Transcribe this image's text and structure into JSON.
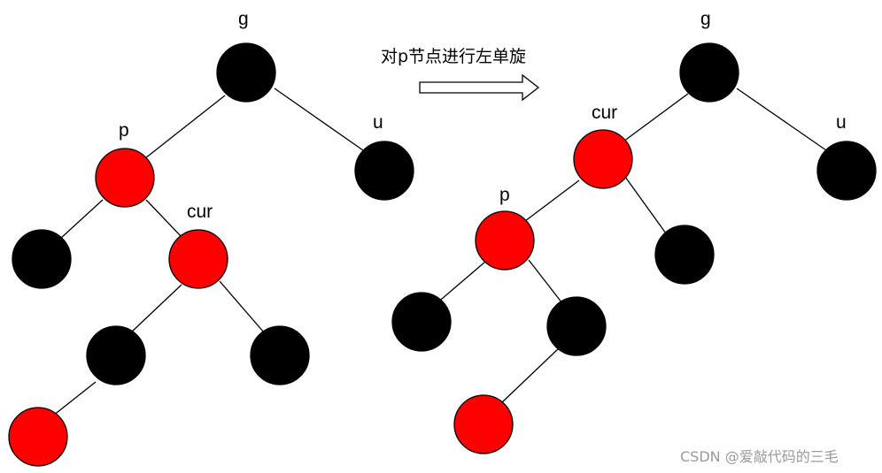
{
  "caption": "对p节点进行左单旋",
  "watermark": "CSDN @爱敲代码的三毛",
  "colors": {
    "red": "#ff0000",
    "black": "#000000"
  },
  "before": {
    "labels": {
      "g": "g",
      "u": "u",
      "p": "p",
      "cur": "cur"
    }
  },
  "after": {
    "labels": {
      "g": "g",
      "u": "u",
      "p": "p",
      "cur": "cur"
    }
  }
}
